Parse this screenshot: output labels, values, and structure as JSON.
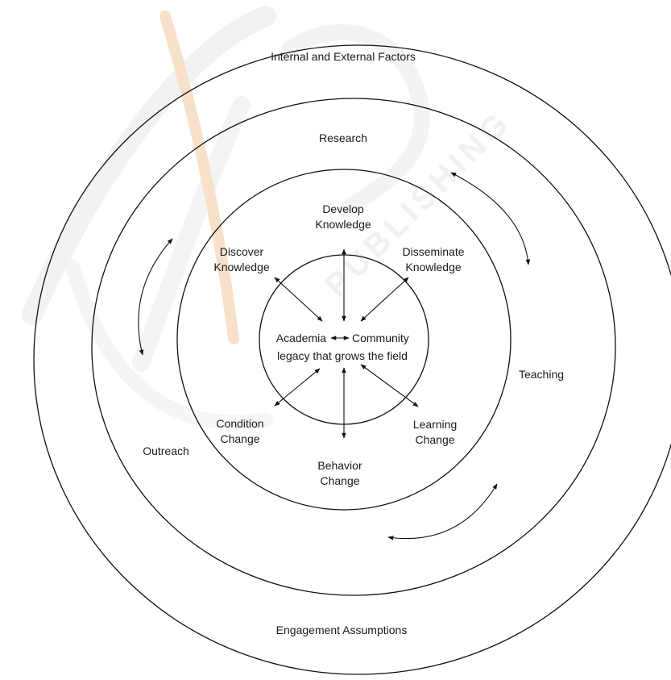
{
  "diagram": {
    "rings": {
      "outer": "Internal and External Factors",
      "outer_bottom": "Engagement Assumptions",
      "second": "Research",
      "second_left": "Outreach",
      "second_right": "Teaching"
    },
    "center": {
      "line1_left": "Academia",
      "line1_right": "Community",
      "line2": "legacy that grows the field"
    },
    "nodes": {
      "develop": [
        "Develop",
        "Knowledge"
      ],
      "discover": [
        "Discover",
        "Knowledge"
      ],
      "disseminate": [
        "Disseminate",
        "Knowledge"
      ],
      "condition": [
        "Condition",
        "Change"
      ],
      "behavior": [
        "Behavior",
        "Change"
      ],
      "learning": [
        "Learning",
        "Change"
      ]
    }
  },
  "watermark": {
    "text": "PUBLISHING",
    "color": "#e6e6e6",
    "accent_color": "#f3c9a2"
  },
  "colors": {
    "line": "#111111",
    "text": "#1a1a1a",
    "background": "#ffffff"
  }
}
